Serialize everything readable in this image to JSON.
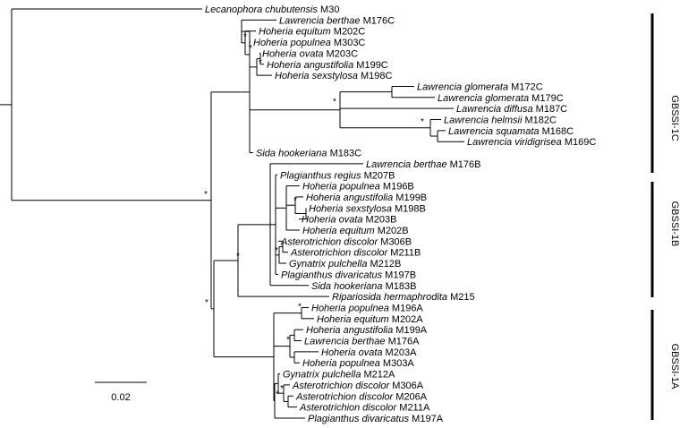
{
  "tips": [
    {
      "id": "lchu",
      "species": "Lecanophora chubutensis",
      "code": "M30"
    },
    {
      "id": "lber_c",
      "species": "Lawrencia berthae",
      "code": "M176C"
    },
    {
      "id": "hequ_c",
      "species": "Hoheria equitum",
      "code": "M202C"
    },
    {
      "id": "hpop_c",
      "species": "Hoheria populnea",
      "code": "M303C"
    },
    {
      "id": "hova_c",
      "species": "Hoheria ovata",
      "code": "M203C"
    },
    {
      "id": "hang_c",
      "species": "Hoheria angustifolia",
      "code": "M199C"
    },
    {
      "id": "hsex_c",
      "species": "Hoheria sexstylosa",
      "code": "M198C"
    },
    {
      "id": "lglo1_c",
      "species": "Lawrencia glomerata",
      "code": "M172C"
    },
    {
      "id": "lglo2_c",
      "species": "Lawrencia glomerata",
      "code": "M179C"
    },
    {
      "id": "ldif_c",
      "species": "Lawrencia diffusa",
      "code": "M187C"
    },
    {
      "id": "lhel_c",
      "species": "Lawrencia helmsii",
      "code": "M182C"
    },
    {
      "id": "lsqu_c",
      "species": "Lawrencia squamata",
      "code": "M168C"
    },
    {
      "id": "lvir_c",
      "species": "Lawrencia viridigrisea",
      "code": "M169C"
    },
    {
      "id": "shoo_c",
      "species": "Sida hookeriana",
      "code": "M183C"
    },
    {
      "id": "lber_b",
      "species": "Lawrencia berthae",
      "code": "M176B"
    },
    {
      "id": "preg_b",
      "species": "Plagianthus regius",
      "code": "M207B"
    },
    {
      "id": "hpop_b",
      "species": "Hoheria populnea",
      "code": "M196B"
    },
    {
      "id": "hang_b",
      "species": "Hoheria angustifolia",
      "code": "M199B"
    },
    {
      "id": "hsex_b",
      "species": "Hoheria sexstylosa",
      "code": "M198B"
    },
    {
      "id": "hova_b",
      "species": "Hoheria ovata",
      "code": "M203B"
    },
    {
      "id": "hequ_b",
      "species": "Hoheria equitum",
      "code": "M202B"
    },
    {
      "id": "adis1_b",
      "species": "Asterotrichion discolor",
      "code": "M306B"
    },
    {
      "id": "adis2_b",
      "species": "Asterotrichion discolor",
      "code": "M211B"
    },
    {
      "id": "gpul_b",
      "species": "Gynatrix pulchella",
      "code": "M212B"
    },
    {
      "id": "pdiv_b",
      "species": "Plagianthus divaricatus",
      "code": "M197B"
    },
    {
      "id": "shoo_b",
      "species": "Sida hookeriana",
      "code": "M183B"
    },
    {
      "id": "rher",
      "species": "Ripariosida hermaphrodita",
      "code": "M215"
    },
    {
      "id": "hpop_a",
      "species": "Hoheria populnea",
      "code": "M196A"
    },
    {
      "id": "hequ_a",
      "species": "Hoheria equitum",
      "code": "M202A"
    },
    {
      "id": "hang_a",
      "species": "Hoheria angustifolia",
      "code": "M199A"
    },
    {
      "id": "lber_a",
      "species": "Lawrencia berthae",
      "code": "M176A"
    },
    {
      "id": "hova_a",
      "species": "Hoheria ovata",
      "code": "M203A"
    },
    {
      "id": "hpop2_a",
      "species": "Hoheria populnea",
      "code": "M303A"
    },
    {
      "id": "gpul_a",
      "species": "Gynatrix pulchella",
      "code": "M212A"
    },
    {
      "id": "adis1_a",
      "species": "Asterotrichion discolor",
      "code": "M306A"
    },
    {
      "id": "adis2_a",
      "species": "Asterotrichion discolor",
      "code": "M206A"
    },
    {
      "id": "adis3_a",
      "species": "Asterotrichion discolor",
      "code": "M211A"
    },
    {
      "id": "pdiv_a",
      "species": "Plagianthus divaricatus",
      "code": "M197A"
    }
  ],
  "support_marker": "*",
  "clades": [
    {
      "id": "c1c",
      "label": "GBSSI-1C"
    },
    {
      "id": "c1b",
      "label": "GBSSI-1B"
    },
    {
      "id": "c1a",
      "label": "GBSSI-1A"
    }
  ],
  "scale_bar": {
    "label": "0.02"
  }
}
